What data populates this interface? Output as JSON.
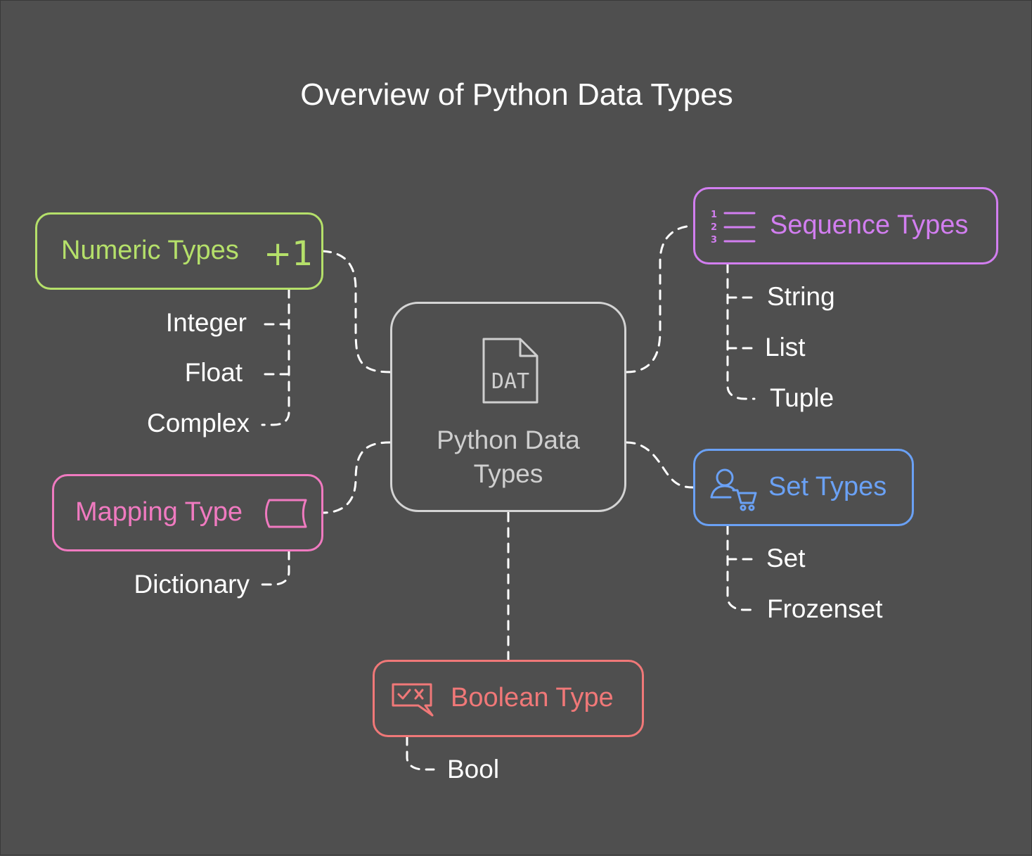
{
  "title": "Overview of Python Data Types",
  "center": {
    "label_line1": "Python Data",
    "label_line2": "Types",
    "icon_text": "DAT",
    "color": "#d4d4d4"
  },
  "categories": {
    "numeric": {
      "label": "Numeric Types",
      "color": "#b5e06a",
      "icon": "plus-one-icon",
      "icon_text": "+1",
      "items": [
        "Integer",
        "Float",
        "Complex"
      ]
    },
    "mapping": {
      "label": "Mapping Type",
      "color": "#f07ac0",
      "icon": "card-icon",
      "items": [
        "Dictionary"
      ]
    },
    "sequence": {
      "label": "Sequence Types",
      "color": "#d27ef0",
      "icon": "numbered-list-icon",
      "icon_numbers": [
        "1",
        "2",
        "3"
      ],
      "items": [
        "String",
        "List",
        "Tuple"
      ]
    },
    "set": {
      "label": "Set Types",
      "color": "#6aa1f5",
      "icon": "user-cart-icon",
      "items": [
        "Set",
        "Frozenset"
      ]
    },
    "boolean": {
      "label": "Boolean Type",
      "color": "#f07878",
      "icon": "check-cross-icon",
      "items": [
        "Bool"
      ]
    }
  },
  "connector_color": "#ffffff"
}
